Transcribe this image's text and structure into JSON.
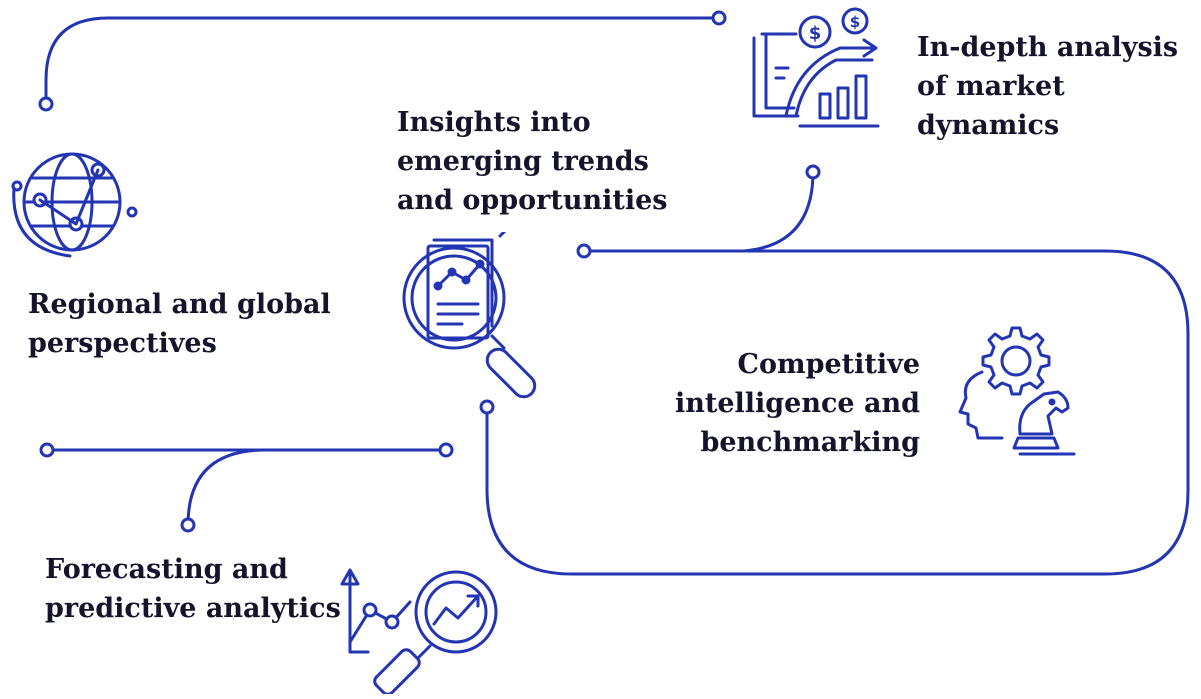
{
  "colors": {
    "stroke": "#2335b3",
    "text": "#14142b",
    "background": "#ffffff"
  },
  "items": {
    "market_dynamics": {
      "label": "In-depth analysis\nof market\ndynamics",
      "icon": "money-growth-chart-icon"
    },
    "emerging_trends": {
      "label": "Insights into\nemerging trends\nand opportunities",
      "icon": "report-magnifier-icon"
    },
    "regional_global": {
      "label": "Regional and global\nperspectives",
      "icon": "globe-network-icon"
    },
    "competitive_intelligence": {
      "label": "Competitive\nintelligence and\nbenchmarking",
      "icon": "strategy-head-chess-icon"
    },
    "forecasting": {
      "label": "Forecasting and\npredictive analytics",
      "icon": "trend-magnifier-icon"
    }
  }
}
